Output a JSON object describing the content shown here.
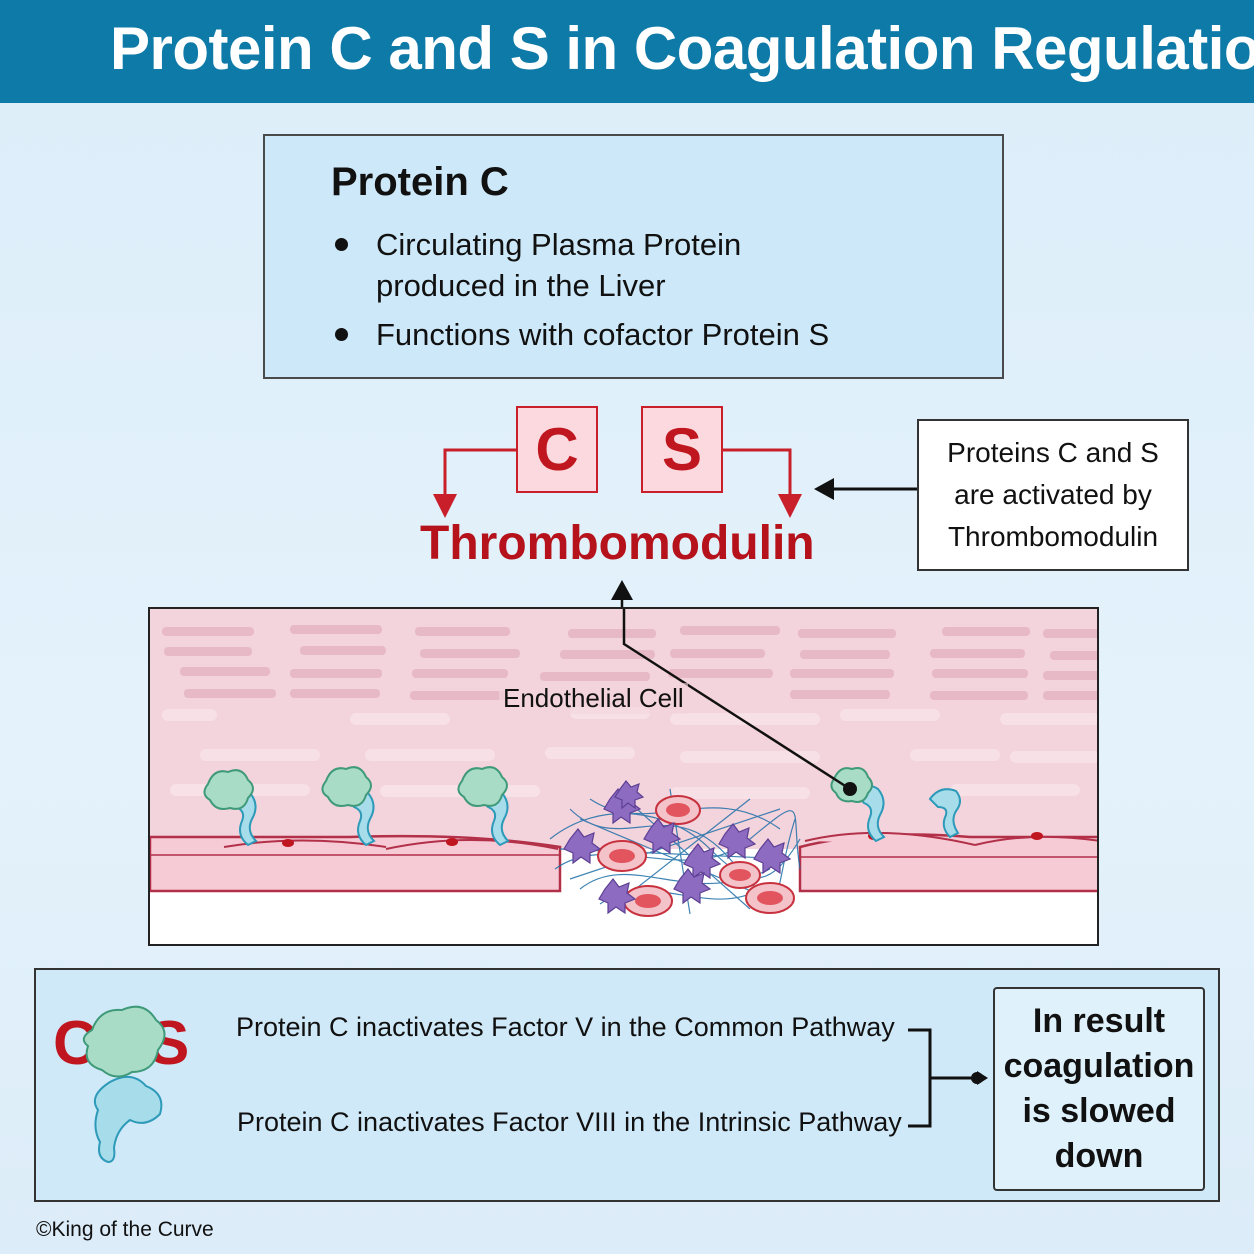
{
  "header": {
    "title": "Protein C and S in Coagulation Regulation"
  },
  "info_box": {
    "heading": "Protein C",
    "bullets": [
      {
        "line1": "Circulating Plasma Protein",
        "line2": "produced in the Liver"
      },
      {
        "line1": "Functions with cofactor Protein S"
      }
    ]
  },
  "activation": {
    "letter_c": "C",
    "letter_s": "S",
    "thrombomodulin": "Thrombomodulin",
    "note_lines": [
      "Proteins C and S",
      "are activated by",
      "Thrombomodulin"
    ]
  },
  "tissue": {
    "endothelial_label": "Endothelial Cell"
  },
  "summary": {
    "letter_c": "C",
    "letter_s": "S",
    "pathway_1": "Protein C inactivates Factor V in the Common Pathway",
    "pathway_2": "Protein C inactivates Factor VIII in the Intrinsic Pathway",
    "result_lines": [
      "In result",
      "coagulation",
      "is slowed",
      "down"
    ]
  },
  "footer": {
    "copyright": "©King of the Curve"
  },
  "colors": {
    "header": "#0e7aa8",
    "accent_red": "#c0161f",
    "protein_green": "#a9dcc6",
    "protein_cyan": "#a7dcea",
    "vessel_pink": "#f7cbd6",
    "fibrin_blue": "#1f6fa8",
    "platelet_purple": "#8c6bc0"
  }
}
